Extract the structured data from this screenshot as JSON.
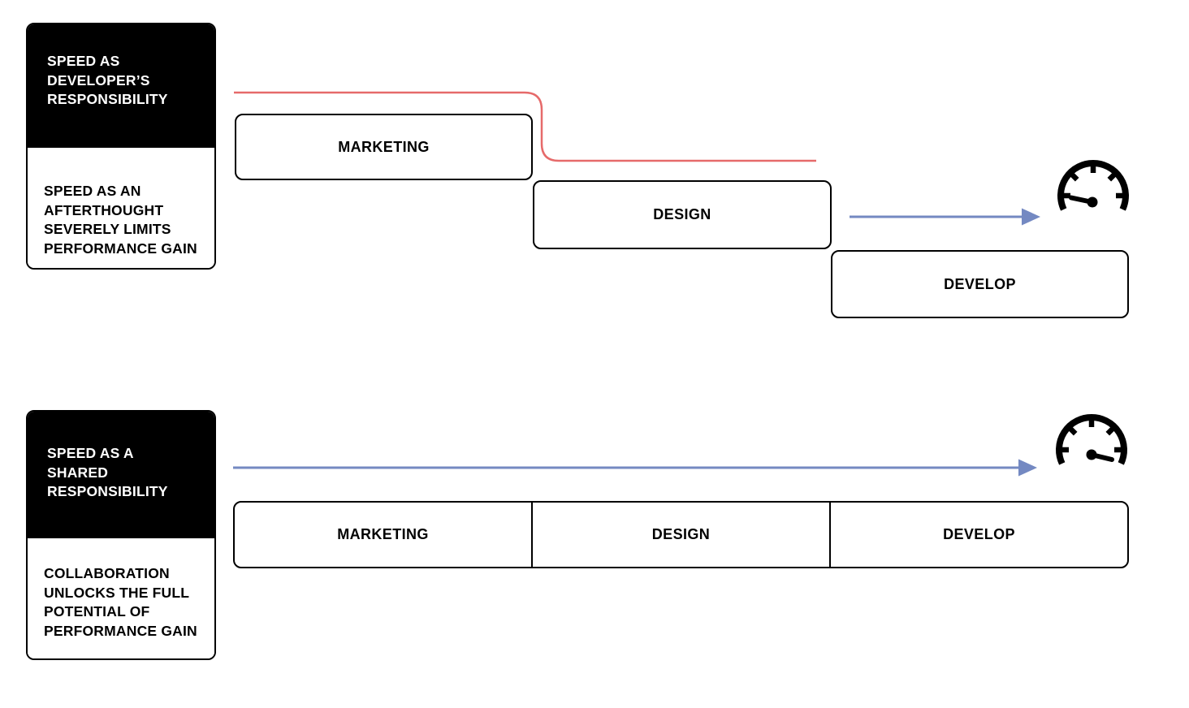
{
  "colors": {
    "accent_red": "#E66A6A",
    "accent_blue": "#7489C2",
    "ink": "#000000"
  },
  "icons": {
    "gauge_low": "speedometer-low-icon",
    "gauge_high": "speedometer-high-icon"
  },
  "waterfall": {
    "card": {
      "title": "SPEED AS\nDEVELOPER’S\nRESPONSIBILITY",
      "description": "SPEED AS AN\nAFTERTHOUGHT\nSEVERELY LIMITS\nPERFORMANCE GAIN"
    },
    "phases": [
      {
        "label": "MARKETING"
      },
      {
        "label": "DESIGN"
      },
      {
        "label": "DEVELOP"
      }
    ]
  },
  "shared": {
    "card": {
      "title": "SPEED AS A\nSHARED\nRESPONSIBILITY",
      "description": "COLLABORATION\nUNLOCKS THE FULL\nPOTENTIAL OF\nPERFORMANCE GAIN"
    },
    "phases": [
      {
        "label": "MARKETING"
      },
      {
        "label": "DESIGN"
      },
      {
        "label": "DEVELOP"
      }
    ]
  }
}
